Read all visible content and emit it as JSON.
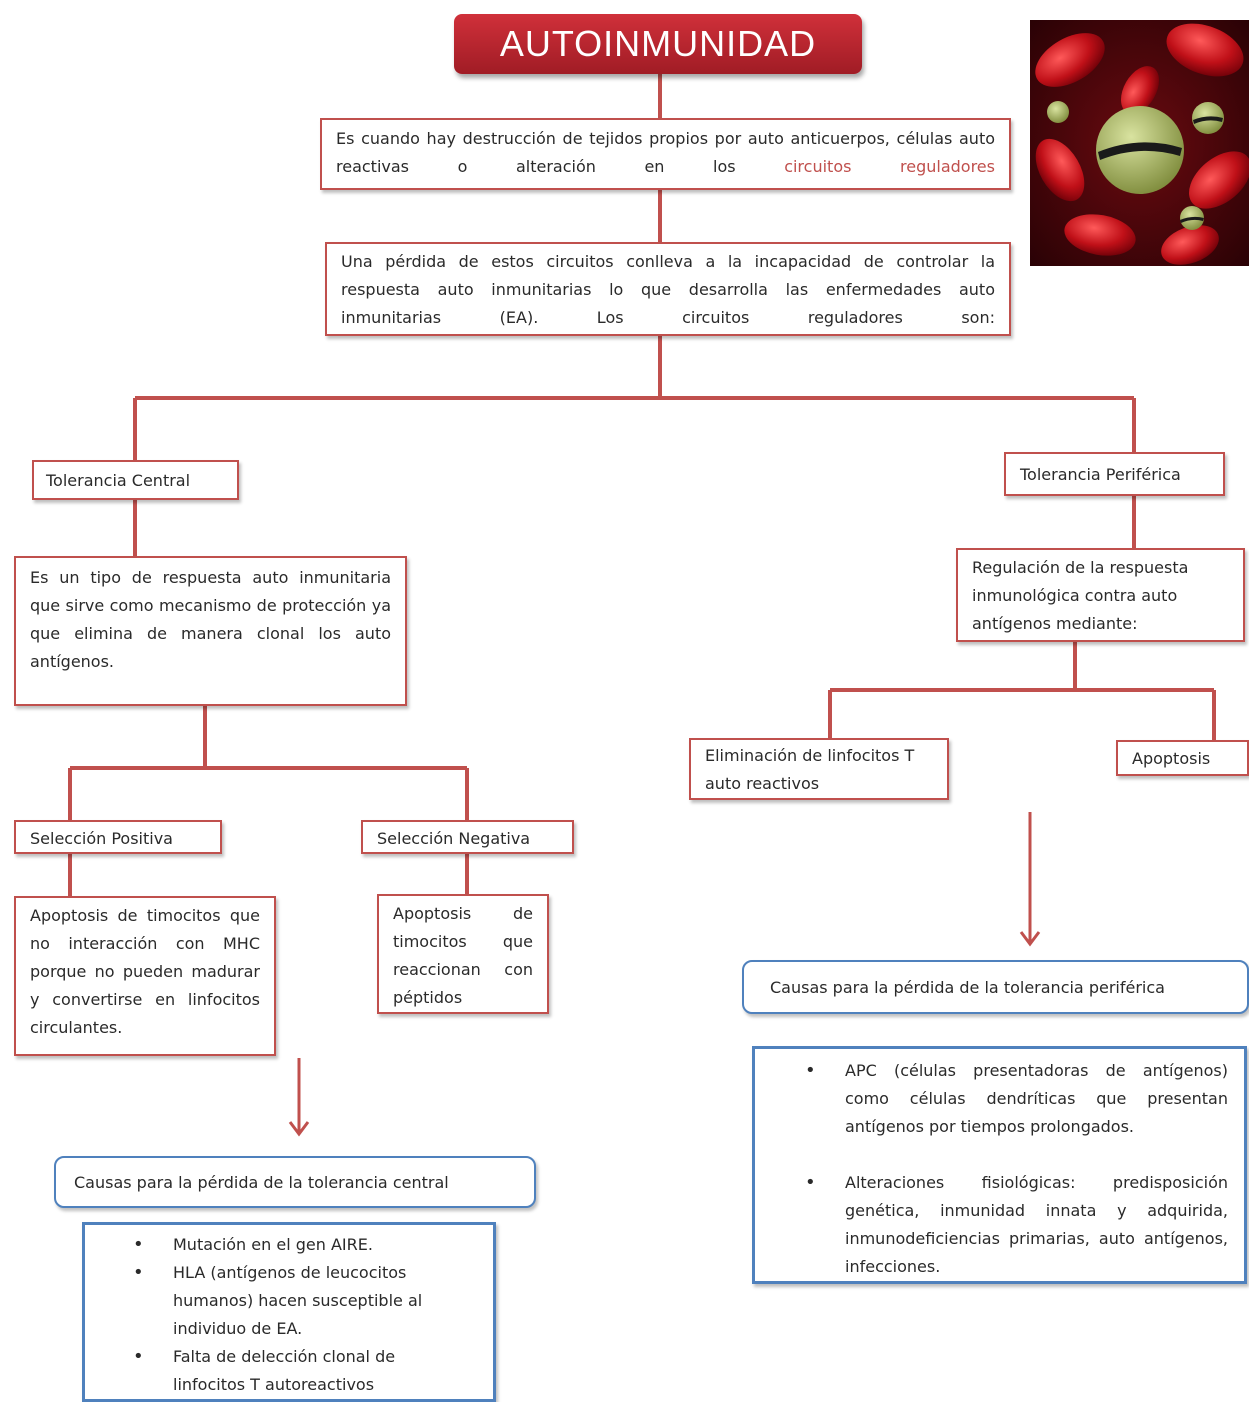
{
  "title": "AUTOINMUNIDAD",
  "definition": {
    "text": "Es cuando hay destrucción de tejidos propios  por auto anticuerpos, células auto reactivas o alteración en los ",
    "highlight": "circuitos reguladores",
    "highlight_color": "#c0504d"
  },
  "loss_text": "Una pérdida de estos circuitos conlleva  a la incapacidad  de controlar la respuesta auto inmunitarias lo que desarrolla las enfermedades auto inmunitarias (EA). Los circuitos reguladores son:",
  "central": {
    "label": "Tolerancia Central",
    "description": "Es un tipo de respuesta auto inmunitaria que sirve como mecanismo de protección ya que elimina de manera clonal los auto antígenos.",
    "positive": {
      "label": "Selección Positiva",
      "description": "Apoptosis de timocitos que no interacción con MHC porque no pueden madurar y convertirse en linfocitos  circulantes."
    },
    "negative": {
      "label": "Selección Negativa",
      "description": "Apoptosis de timocitos que reaccionan con péptidos"
    },
    "causes_title": "Causas para la pérdida de la tolerancia central",
    "causes": [
      "Mutación en el gen AIRE.",
      "HLA (antígenos de leucocitos humanos) hacen susceptible al individuo de EA.",
      "Falta de delección clonal de linfocitos T autoreactivos"
    ]
  },
  "peripheral": {
    "label": "Tolerancia Periférica",
    "description": "Regulación de la respuesta inmunológica contra auto antígenos mediante:",
    "elimination": "Eliminación de linfocitos T auto reactivos",
    "apoptosis": "Apoptosis",
    "causes_title": "Causas para  la pérdida de la tolerancia periférica",
    "causes": [
      "APC (células presentadoras de antígenos) como células dendríticas que presentan antígenos por tiempos prolongados.",
      "Alteraciones fisiológicas: predisposición genética, inmunidad innata y adquirida, inmunodeficiencias primarias, auto antígenos, infecciones."
    ]
  },
  "colors": {
    "accent_red": "#c0504d",
    "title_red": "#c0303a",
    "blue": "#4f81bd"
  },
  "icons": [
    "red-blood-cells-image",
    "down-arrow-icon"
  ]
}
